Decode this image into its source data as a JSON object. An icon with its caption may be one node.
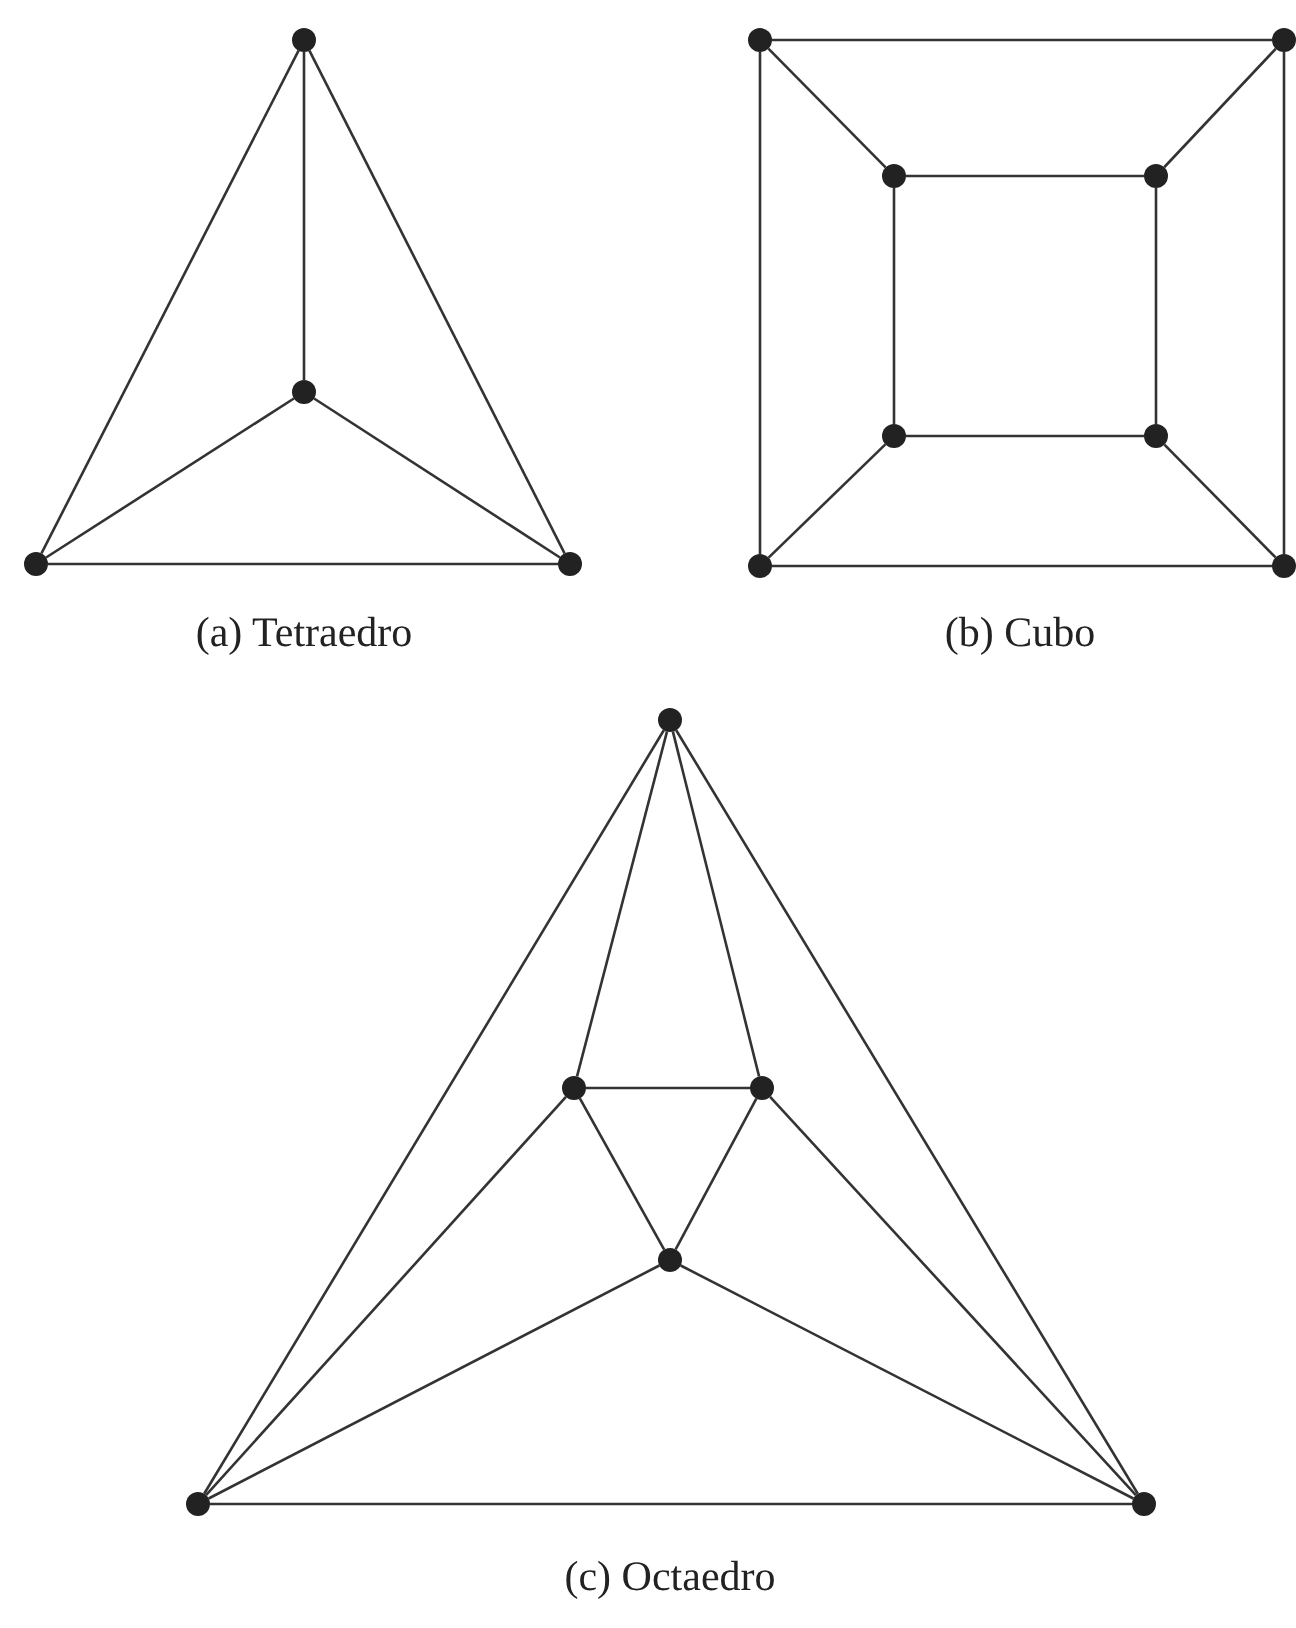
{
  "diagram": {
    "nodes": [
      {
        "text": [],
        "shape": "circle"
      },
      {
        "text": [],
        "shape": "circle"
      },
      {
        "text": [],
        "shape": "circle"
      },
      {
        "text": [],
        "shape": "circle"
      },
      {
        "text": [],
        "shape": "circle"
      },
      {
        "text": [],
        "shape": "circle"
      },
      {
        "text": [],
        "shape": "circle"
      },
      {
        "text": [],
        "shape": "circle"
      },
      {
        "text": [],
        "shape": "circle"
      },
      {
        "text": [],
        "shape": "circle"
      },
      {
        "text": [],
        "shape": "circle"
      },
      {
        "text": [],
        "shape": "circle"
      },
      {
        "text": [],
        "shape": "circle"
      },
      {
        "text": [],
        "shape": "circle"
      },
      {
        "text": [],
        "shape": "circle"
      },
      {
        "text": [],
        "shape": "circle"
      },
      {
        "text": [],
        "shape": "circle"
      },
      {
        "text": [],
        "shape": "circle"
      }
    ],
    "edges": [
      {
        "from": 0,
        "to": 1,
        "arrow": "none"
      },
      {
        "from": 0,
        "to": 2,
        "arrow": "none"
      },
      {
        "from": 0,
        "to": 3,
        "arrow": "none"
      },
      {
        "from": 1,
        "to": 2,
        "arrow": "none"
      },
      {
        "from": 1,
        "to": 3,
        "arrow": "none"
      },
      {
        "from": 2,
        "to": 3,
        "arrow": "none"
      },
      {
        "from": 4,
        "to": 5,
        "arrow": "none"
      },
      {
        "from": 4,
        "to": 10,
        "arrow": "none"
      },
      {
        "from": 5,
        "to": 11,
        "arrow": "none"
      },
      {
        "from": 10,
        "to": 11,
        "arrow": "none"
      },
      {
        "from": 6,
        "to": 7,
        "arrow": "none"
      },
      {
        "from": 6,
        "to": 8,
        "arrow": "none"
      },
      {
        "from": 7,
        "to": 9,
        "arrow": "none"
      },
      {
        "from": 8,
        "to": 9,
        "arrow": "none"
      },
      {
        "from": 4,
        "to": 6,
        "arrow": "none"
      },
      {
        "from": 5,
        "to": 7,
        "arrow": "none"
      },
      {
        "from": 8,
        "to": 10,
        "arrow": "none"
      },
      {
        "from": 9,
        "to": 11,
        "arrow": "none"
      },
      {
        "from": 12,
        "to": 13,
        "arrow": "none"
      },
      {
        "from": 12,
        "to": 14,
        "arrow": "none"
      },
      {
        "from": 12,
        "to": 16,
        "arrow": "none"
      },
      {
        "from": 12,
        "to": 17,
        "arrow": "none"
      },
      {
        "from": 13,
        "to": 14,
        "arrow": "none"
      },
      {
        "from": 13,
        "to": 15,
        "arrow": "none"
      },
      {
        "from": 14,
        "to": 15,
        "arrow": "none"
      },
      {
        "from": 13,
        "to": 16,
        "arrow": "none"
      },
      {
        "from": 14,
        "to": 17,
        "arrow": "none"
      },
      {
        "from": 15,
        "to": 16,
        "arrow": "none"
      },
      {
        "from": 15,
        "to": 17,
        "arrow": "none"
      },
      {
        "from": 16,
        "to": 17,
        "arrow": "none"
      }
    ],
    "labels": [
      "(a) Tetraedro",
      "(b) Cubo",
      "(c) Octaedro"
    ]
  }
}
